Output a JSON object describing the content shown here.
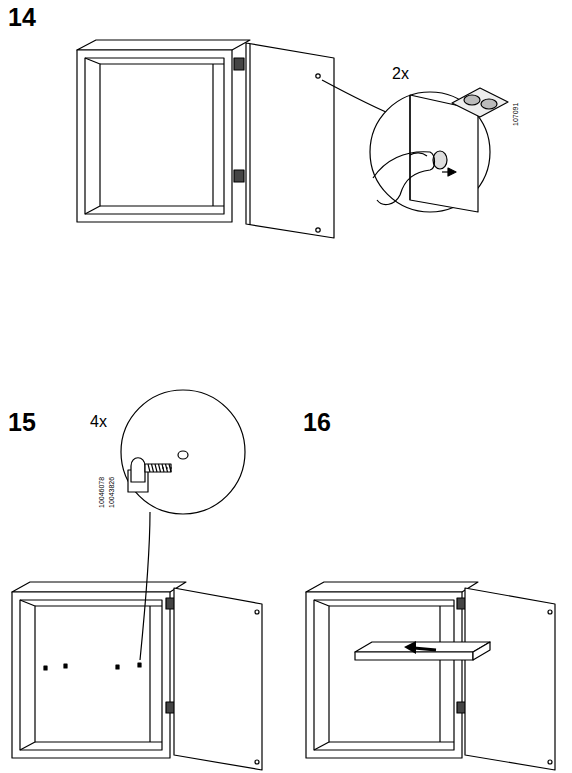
{
  "diagram": {
    "labels": [
      "14",
      "2x",
      "107091",
      "15",
      "4x",
      "10046078",
      "10043826",
      "16"
    ]
  }
}
